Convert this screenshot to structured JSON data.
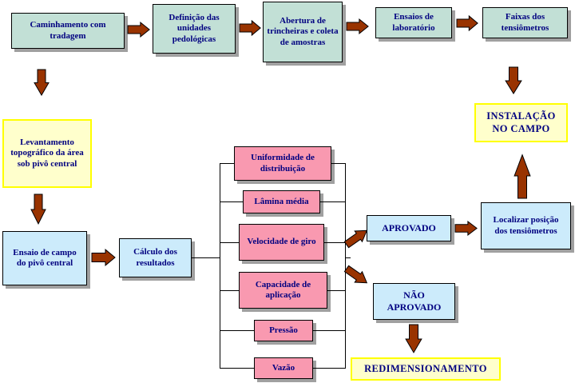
{
  "diagram": {
    "colors": {
      "green_fill": "#C2E0D6",
      "blue_fill": "#CCEBFB",
      "pink_fill": "#F999B0",
      "yellow_fill": "#FFFFCC",
      "yellow_border": "#FFFF00",
      "arrow_fill": "#993300",
      "text": "#000080",
      "shadow": "#A0A0A0"
    },
    "boxes": {
      "caminhamento": {
        "label": "Caminhamento com tradagem"
      },
      "definicao": {
        "label": "Definição das unidades pedológicas"
      },
      "abertura": {
        "label": "Abertura de trincheiras e coleta de amostras"
      },
      "ensaios_lab": {
        "label": "Ensaios de laboratório"
      },
      "faixas": {
        "label": "Faixas dos tensiômetros"
      },
      "levantamento": {
        "label": "Levantamento topográfico da área sob pivô central"
      },
      "instalacao": {
        "label": "INSTALAÇÃO NO CAMPO"
      },
      "ensaio_campo": {
        "label": "Ensaio de campo do pivô central"
      },
      "calculo": {
        "label": "Cálculo dos resultados"
      },
      "uniformidade": {
        "label": "Uniformidade de distribuição"
      },
      "lamina": {
        "label": "Lâmina média"
      },
      "velocidade": {
        "label": "Velocidade de giro"
      },
      "capacidade": {
        "label": "Capacidade de aplicação"
      },
      "pressao": {
        "label": "Pressão"
      },
      "vazao": {
        "label": "Vazão"
      },
      "aprovado": {
        "label": "APROVADO"
      },
      "nao_aprovado": {
        "label": "NÃO APROVADO"
      },
      "redimensionamento": {
        "label": "REDIMENSIONAMENTO"
      },
      "localizar": {
        "label": "Localizar posição dos tensiômetros"
      }
    },
    "edges": [
      {
        "from": "caminhamento",
        "to": "definicao",
        "type": "arrow"
      },
      {
        "from": "definicao",
        "to": "abertura",
        "type": "arrow"
      },
      {
        "from": "abertura",
        "to": "ensaios_lab",
        "type": "arrow"
      },
      {
        "from": "ensaios_lab",
        "to": "faixas",
        "type": "arrow"
      },
      {
        "from": "caminhamento",
        "to": "levantamento",
        "type": "arrow"
      },
      {
        "from": "levantamento",
        "to": "ensaio_campo",
        "type": "arrow"
      },
      {
        "from": "ensaio_campo",
        "to": "calculo",
        "type": "arrow"
      },
      {
        "from": "calculo",
        "to": "uniformidade,lamina,velocidade,capacidade,pressao,vazao",
        "type": "bracket-lines"
      },
      {
        "from": "uniformidade,lamina,velocidade,capacidade,pressao,vazao",
        "to": "aprovado",
        "type": "arrow"
      },
      {
        "from": "uniformidade,lamina,velocidade,capacidade,pressao,vazao",
        "to": "nao_aprovado",
        "type": "arrow"
      },
      {
        "from": "aprovado",
        "to": "localizar",
        "type": "arrow"
      },
      {
        "from": "nao_aprovado",
        "to": "redimensionamento",
        "type": "arrow"
      },
      {
        "from": "localizar",
        "to": "instalacao",
        "type": "arrow"
      },
      {
        "from": "faixas",
        "to": "instalacao",
        "type": "arrow"
      }
    ]
  }
}
